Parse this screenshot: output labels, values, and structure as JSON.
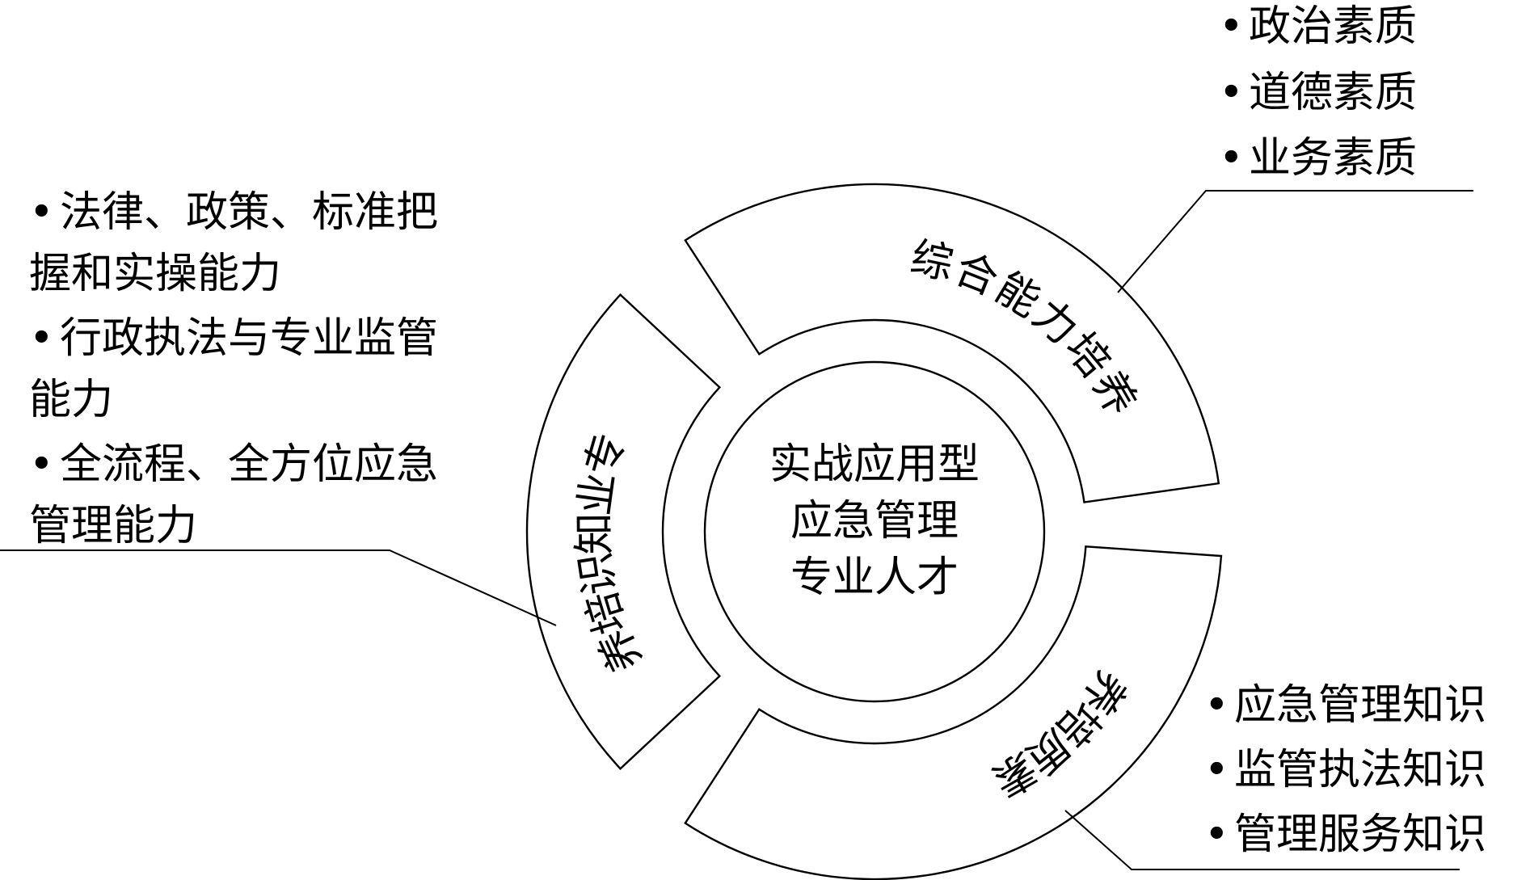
{
  "center": {
    "lines": [
      "实战应用型",
      "应急管理",
      "专业人才"
    ]
  },
  "segments": {
    "comprehensive": {
      "label": "综合能力培养"
    },
    "professional": {
      "label": "专业知识培养"
    },
    "quality": {
      "label": "素质培养"
    }
  },
  "lists": {
    "top_right": {
      "bullet": "•",
      "items": [
        "政治素质",
        "道德素质",
        "业务素质"
      ]
    },
    "left": {
      "bullet": "•",
      "items": [
        [
          "法律、政策、标准把",
          "握和实操能力"
        ],
        [
          "行政执法与专业监管",
          "能力"
        ],
        [
          "全流程、全方位应急",
          "管理能力"
        ]
      ]
    },
    "bottom_right": {
      "bullet": "•",
      "items": [
        "应急管理知识",
        "监管执法知识",
        "管理服务知识"
      ]
    }
  }
}
